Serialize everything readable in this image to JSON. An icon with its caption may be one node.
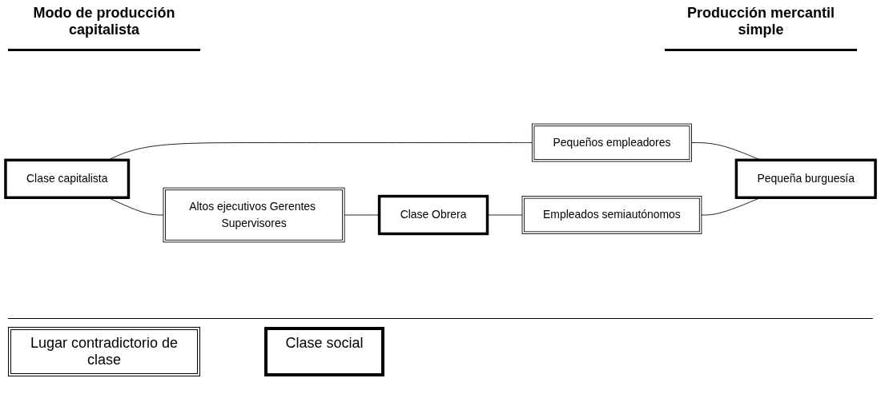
{
  "diagram": {
    "nodes": [
      {
        "text": [
          "Clase capitalista"
        ]
      },
      {
        "text": [
          "Altos ejecutivos Gerentes Supervisores"
        ]
      },
      {
        "text": [
          "Clase Obrera"
        ]
      },
      {
        "text": [
          "Pequeños empleadores"
        ]
      },
      {
        "text": [
          "Empleados semiautónomos"
        ]
      },
      {
        "text": [
          "Pequeña burguesía"
        ]
      }
    ],
    "edges": [
      {
        "from": 0,
        "to": 1,
        "arrow": "none"
      },
      {
        "from": 1,
        "to": 2,
        "arrow": "none"
      },
      {
        "from": 0,
        "to": 3,
        "arrow": "none"
      },
      {
        "from": 3,
        "to": 5,
        "arrow": "none"
      },
      {
        "from": 2,
        "to": 4,
        "arrow": "none"
      },
      {
        "from": 4,
        "to": 5,
        "arrow": "none"
      }
    ],
    "labels": [
      "Modo de producción capitalista",
      "Producción mercantil simple"
    ],
    "legend": [
      {
        "text": "Lugar contradictorio de clase"
      },
      {
        "text": "Clase social"
      }
    ]
  }
}
